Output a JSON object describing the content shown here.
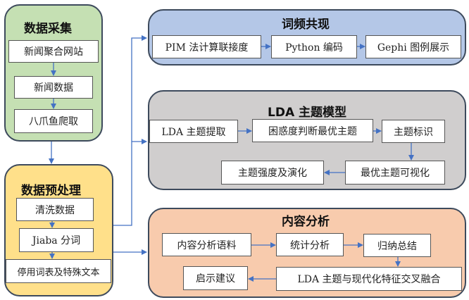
{
  "colors": {
    "collect": "#c5e0b3",
    "preprocess": "#ffe08a",
    "cooccurrence": "#b4c7e7",
    "lda": "#d0cece",
    "content": "#f8cbad",
    "arrow": "#4472c4",
    "border": "#3d4a5c"
  },
  "collect": {
    "title": "数据采集",
    "steps": [
      "新闻聚合网站",
      "新闻数据",
      "八爪鱼爬取"
    ]
  },
  "preprocess": {
    "title": "数据预处理",
    "steps": [
      "清洗数据",
      "Jiaba 分词",
      "停用词表及特殊文本"
    ]
  },
  "cooccurrence": {
    "title": "词频共现",
    "steps": [
      "PIM 法计算联接度",
      "Python 编码",
      "Gephi 图例展示"
    ]
  },
  "lda": {
    "title": "LDA 主题模型",
    "steps": [
      "LDA 主题提取",
      "困惑度判断最优主题",
      "主题标识",
      "最优主题可视化",
      "主题强度及演化"
    ]
  },
  "content": {
    "title": "内容分析",
    "steps": [
      "内容分析语料",
      "统计分析",
      "归纳总结",
      "LDA 主题与现代化特征交叉融合",
      "启示建议"
    ]
  }
}
